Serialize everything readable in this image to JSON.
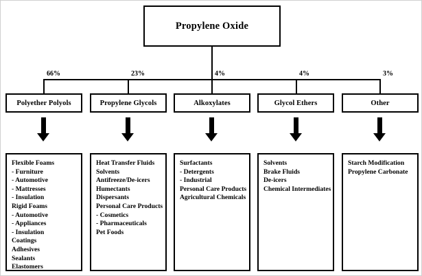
{
  "diagram": {
    "root": {
      "label": "Propylene Oxide"
    },
    "branches": [
      {
        "percent": "66%",
        "category": "Polyether Polyols",
        "details": [
          {
            "text": "Flexible Foams",
            "bold": true
          },
          {
            "text": "- Furniture",
            "bold": true
          },
          {
            "text": "- Automotive",
            "bold": true
          },
          {
            "text": "- Mattresses",
            "bold": true
          },
          {
            "text": "- Insulation",
            "bold": true
          },
          {
            "text": "Rigid Foams",
            "bold": true
          },
          {
            "text": "- Automotive",
            "bold": true
          },
          {
            "text": "- Appliances",
            "bold": true
          },
          {
            "text": "- Insulation",
            "bold": true
          },
          {
            "text": "Coatings",
            "bold": true
          },
          {
            "text": "Adhesives",
            "bold": true
          },
          {
            "text": "Sealants",
            "bold": true
          },
          {
            "text": "Elastomers",
            "bold": true
          }
        ]
      },
      {
        "percent": "23%",
        "category": "Propylene Glycols",
        "details": [
          {
            "text": "Heat Transfer Fluids",
            "bold": true
          },
          {
            "text": "Solvents",
            "bold": true
          },
          {
            "text": "Antifreeze/De-icers",
            "bold": true
          },
          {
            "text": "Humectants",
            "bold": true
          },
          {
            "text": "Dispersants",
            "bold": true
          },
          {
            "text": "Personal Care Products",
            "bold": true
          },
          {
            "text": "- Cosmetics",
            "bold": true
          },
          {
            "text": "- Pharmaceuticals",
            "bold": true
          },
          {
            "text": "Pet Foods",
            "bold": true
          }
        ]
      },
      {
        "percent": "4%",
        "category": "Alkoxylates",
        "details": [
          {
            "text": "Surfactants",
            "bold": true
          },
          {
            "text": "- Detergents",
            "bold": true
          },
          {
            "text": "- Industrial",
            "bold": true
          },
          {
            "text": "Personal Care Products",
            "bold": true
          },
          {
            "text": "Agricultural Chemicals",
            "bold": true
          }
        ]
      },
      {
        "percent": "4%",
        "category": "Glycol Ethers",
        "details": [
          {
            "text": "Solvents",
            "bold": true
          },
          {
            "text": "Brake Fluids",
            "bold": true
          },
          {
            "text": "De-icers",
            "bold": true
          },
          {
            "text": "Chemical Intermediates",
            "bold": true
          }
        ]
      },
      {
        "percent": "3%",
        "category": "Other",
        "details": [
          {
            "text": "Starch Modification",
            "bold": true
          },
          {
            "text": "Propylene Carbonate",
            "bold": true
          }
        ]
      }
    ]
  }
}
